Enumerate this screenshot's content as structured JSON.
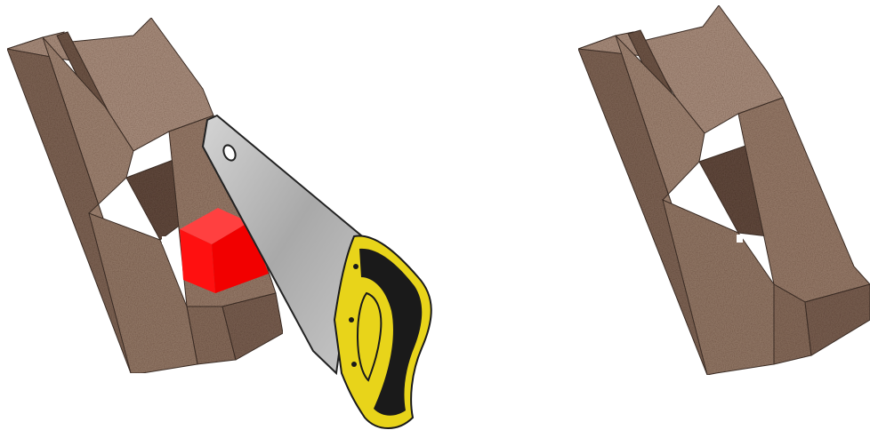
{
  "scene": {
    "background": "#ffffff",
    "objects": [
      "left-block-with-cut-insert",
      "red-cut-piece",
      "hand-saw",
      "right-block-cut-complete"
    ],
    "colors": {
      "stone_light": "#a68c7c",
      "stone_mid": "#8c7262",
      "stone_dark": "#6e5649",
      "insert_red": "#ff1a1a",
      "saw_blade": "#b8b8b8",
      "saw_handle_yellow": "#e8d41a",
      "saw_handle_black": "#1a1a1a"
    }
  }
}
